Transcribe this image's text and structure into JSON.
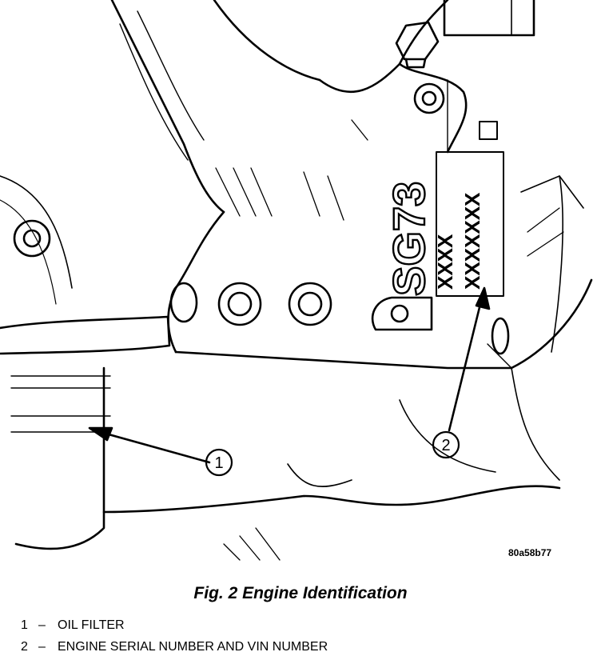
{
  "figure": {
    "engine_cast_label": "SG73",
    "tag_line_1": "XXXX",
    "tag_line_2": "XXXXXXX",
    "callout_1": "1",
    "callout_2": "2",
    "figure_code": "80a58b77"
  },
  "caption": "Fig. 2 Engine Identification",
  "legend": [
    {
      "number": "1",
      "dash": "–",
      "text": "OIL FILTER"
    },
    {
      "number": "2",
      "dash": "–",
      "text": "ENGINE SERIAL NUMBER AND VIN NUMBER"
    }
  ]
}
